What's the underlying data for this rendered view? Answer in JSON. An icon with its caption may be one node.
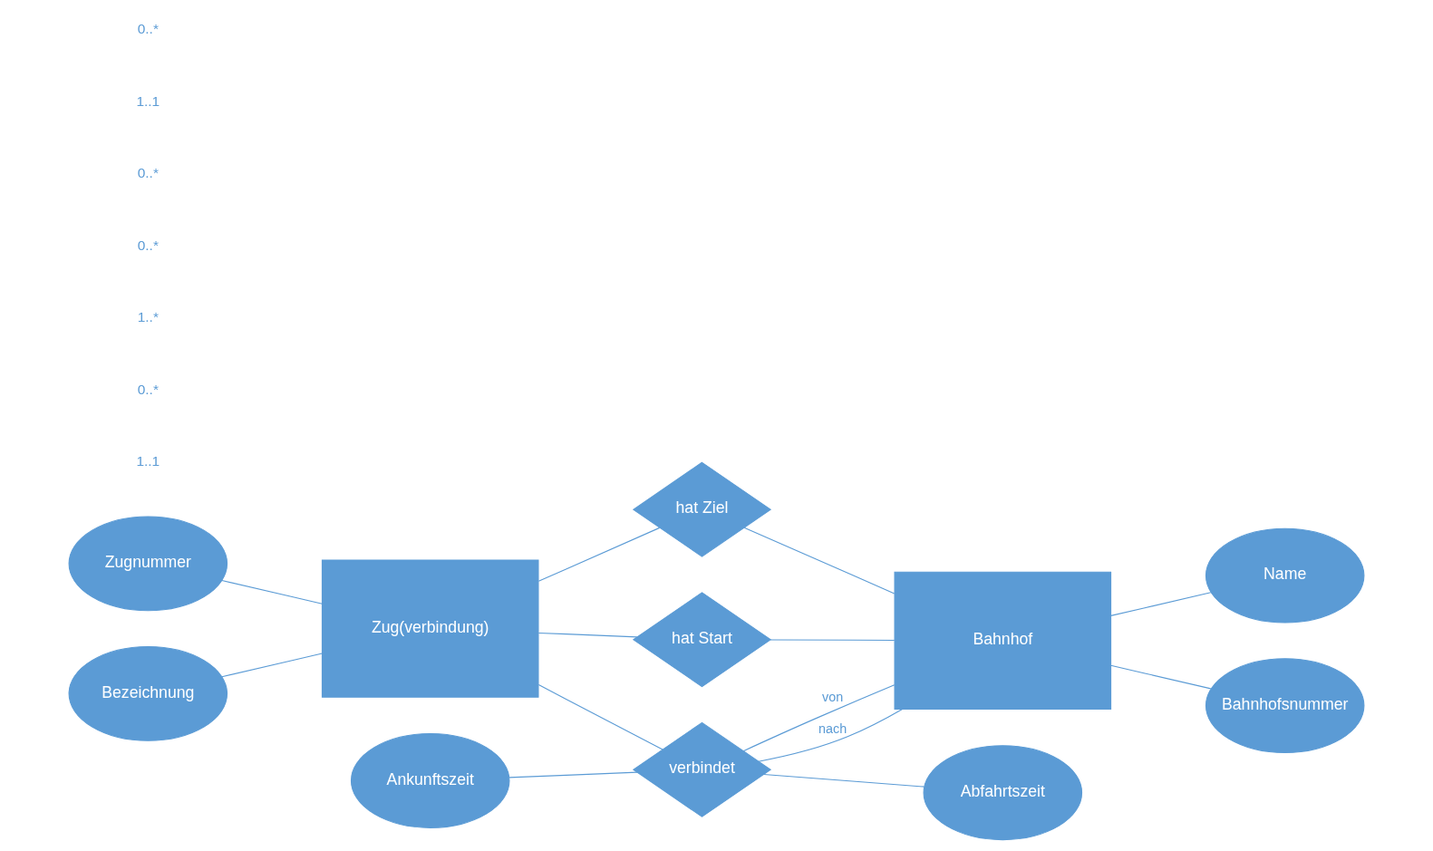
{
  "diagram": {
    "nodes": [
      {
        "text": [
          "Zugnummer"
        ]
      },
      {
        "text": [
          "hat Start"
        ]
      },
      {
        "text": [
          "Name"
        ]
      },
      {
        "text": [
          "Zug(verbindung)"
        ]
      },
      {
        "text": [
          "verbindet"
        ]
      },
      {
        "text": [
          "Bahnhof"
        ]
      },
      {
        "text": [
          "Bezeichnung"
        ]
      },
      {
        "text": [
          "Bahnhofsnummer"
        ]
      },
      {
        "text": [
          "hat Ziel"
        ]
      },
      {
        "text": [
          "Ankunftszeit"
        ]
      },
      {
        "text": [
          "Abfahrtszeit"
        ]
      }
    ],
    "edges": [
      {
        "from": 0,
        "to": 3,
        "arrow": "none"
      },
      {
        "from": 5,
        "to": 2,
        "arrow": "none"
      },
      {
        "from": 6,
        "to": 3,
        "arrow": "none"
      },
      {
        "from": 5,
        "to": 7,
        "arrow": "none"
      },
      {
        "from": 3,
        "to": 1,
        "arrow": "none"
      },
      {
        "from": 1,
        "to": 5,
        "arrow": "none"
      },
      {
        "from": 3,
        "to": 4,
        "arrow": "none"
      },
      {
        "from": 4,
        "to": 5,
        "arrow": "none",
        "label": "von"
      },
      {
        "from": 4,
        "to": 5,
        "arrow": "none",
        "label": "nach"
      },
      {
        "from": 3,
        "to": 8,
        "arrow": "none"
      },
      {
        "from": 8,
        "to": 5,
        "arrow": "none"
      },
      {
        "from": 9,
        "to": 4,
        "arrow": "none"
      },
      {
        "from": 4,
        "to": 10,
        "arrow": "none"
      }
    ],
    "labels": [
      "1..1",
      "0..*",
      "1..*",
      "0..*",
      "0..*",
      "1..1",
      "0..*"
    ]
  }
}
